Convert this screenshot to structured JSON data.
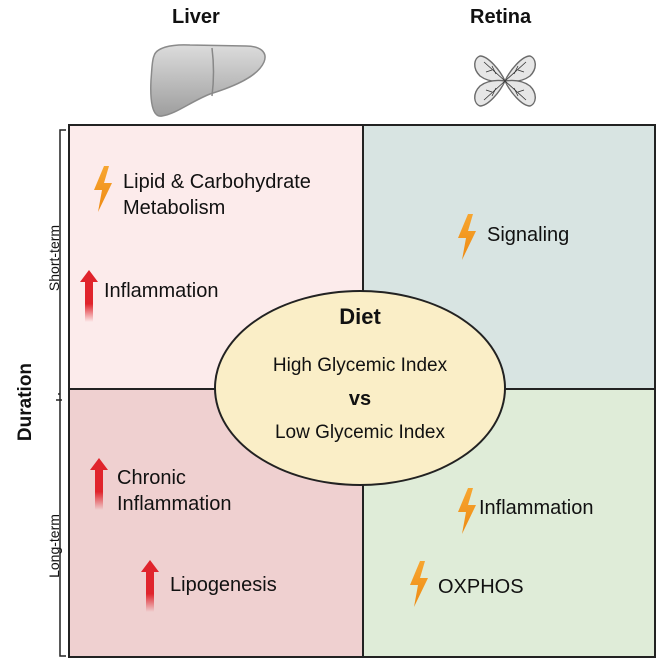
{
  "columns": {
    "liver": "Liver",
    "retina": "Retina"
  },
  "axis": {
    "label": "Duration",
    "short": "Short-term",
    "long": "Long-term"
  },
  "center": {
    "title": "Diet",
    "line1": "High Glycemic Index",
    "vs": "vs",
    "line2": "Low Glycemic Index"
  },
  "quadrants": {
    "liver_short": {
      "item1_line1": "Lipid & Carbohydrate",
      "item1_line2": "Metabolism",
      "item2": "Inflammation"
    },
    "retina_short": {
      "item1": "Signaling"
    },
    "liver_long": {
      "item1_line1": "Chronic",
      "item1_line2": "Inflammation",
      "item2": "Lipogenesis"
    },
    "retina_long": {
      "item1": "Inflammation",
      "item2": "OXPHOS"
    }
  },
  "colors": {
    "liver_short_bg": "#fcebeb",
    "retina_short_bg": "#d8e4e2",
    "liver_long_bg": "#efd0d0",
    "retina_long_bg": "#dfecd8",
    "center_bg": "#faeec7",
    "bolt": "#f39a1e",
    "arrow": "#e0242c"
  },
  "icons": {
    "change_marker": "lightning-bolt-icon",
    "increase_marker": "up-arrow-icon",
    "liver_organ": "liver-icon",
    "retina_organ": "retina-icon"
  }
}
